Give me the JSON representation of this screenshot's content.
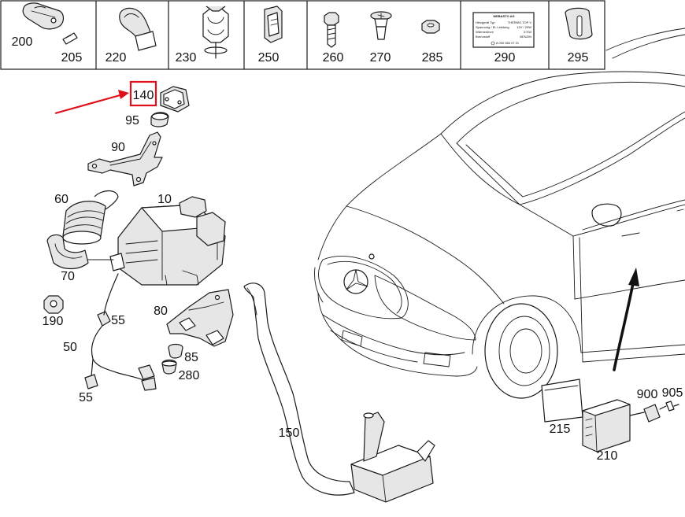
{
  "diagram": {
    "header_part_numbers": [
      "200",
      "205",
      "220",
      "230",
      "250",
      "260",
      "270",
      "285",
      "290",
      "295"
    ],
    "part_numbers": {
      "p140": "140",
      "p95": "95",
      "p90": "90",
      "p60": "60",
      "p10": "10",
      "p70": "70",
      "p190": "190",
      "p55a": "55",
      "p80": "80",
      "p50": "50",
      "p85": "85",
      "p280": "280",
      "p55b": "55",
      "p150": "150",
      "p215": "215",
      "p210": "210",
      "p900": "900",
      "p905": "905"
    },
    "label_290": {
      "brand": "WEBASTO AG",
      "rows": [
        [
          "Heizgerät Typ",
          "THERMO TOP V"
        ],
        [
          "Spannung / EL Leistung",
          "12V / 20W"
        ],
        [
          "Wärmestrom",
          "5 KW"
        ],
        [
          "Brennstoff",
          "BENZIN"
        ]
      ],
      "part_no": "A 000 584 07 21"
    },
    "highlighted_part": "140",
    "colors": {
      "highlight": "#e0101a",
      "line": "#1a1a1a",
      "fill": "#e6e6e6"
    }
  }
}
